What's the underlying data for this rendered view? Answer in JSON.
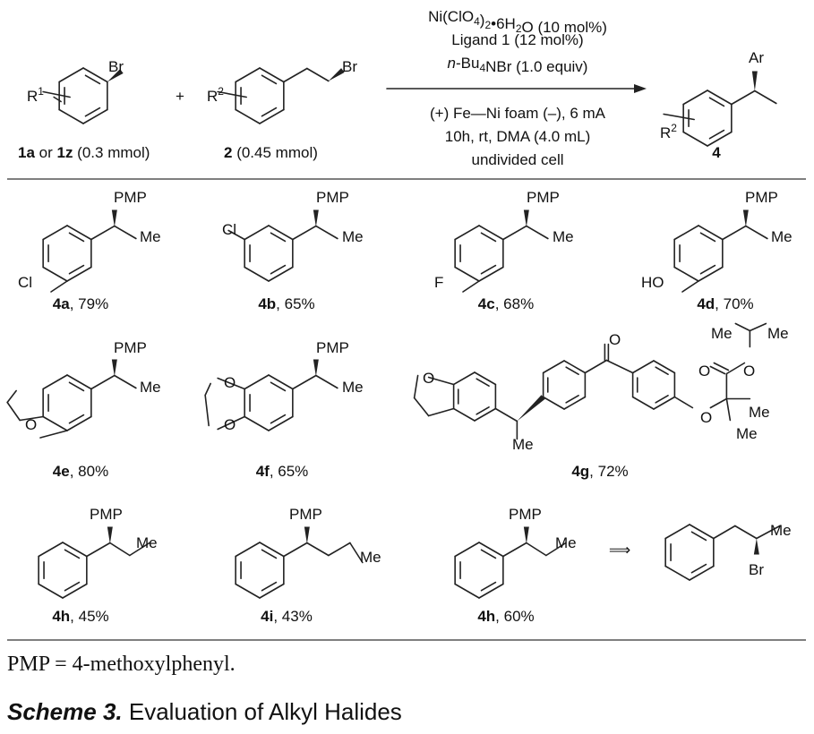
{
  "reaction": {
    "reactant1": {
      "r_symbol": "R",
      "r_sup": "1",
      "halogen": "Br",
      "label_a": "1a",
      "label_or": " or ",
      "label_z": "1z",
      "amount": "  (0.3 mmol)"
    },
    "plus": "+",
    "reactant2": {
      "r_symbol": "R",
      "r_sup": "2",
      "halogen": "Br",
      "label": "2",
      "amount": " (0.45 mmol)"
    },
    "conditions": {
      "line1": "Ni(ClO4)2•6H2O (10 mol%)",
      "line2": "Ligand 1 (12 mol%)",
      "line3_italic": "n",
      "line3": "-Bu4NBr (1.0 equiv)",
      "line4": "(+) Fe—Ni foam (–), 6 mA",
      "line5": "10h, rt, DMA (4.0 mL)",
      "line6": "undivided cell"
    },
    "product": {
      "r_symbol": "R",
      "r_sup": "2",
      "ar": "Ar",
      "label": "4"
    }
  },
  "products": [
    {
      "id": "4a",
      "yield": ", 79%",
      "sub": "Cl",
      "top": "PMP",
      "me": "Me"
    },
    {
      "id": "4b",
      "yield": ", 65%",
      "sub": "Cl",
      "top": "PMP",
      "me": "Me"
    },
    {
      "id": "4c",
      "yield": ", 68%",
      "sub": "F",
      "top": "PMP",
      "me": "Me"
    },
    {
      "id": "4d",
      "yield": ", 70%",
      "sub": "HO",
      "top": "PMP",
      "me": "Me"
    },
    {
      "id": "4e",
      "yield": ", 80%",
      "sub": "O",
      "top": "PMP",
      "me": "Me"
    },
    {
      "id": "4f",
      "yield": ", 65%",
      "sub": "O",
      "sub2": "O",
      "top": "PMP",
      "me": "Me"
    },
    {
      "id": "4g",
      "yield": ", 72%",
      "o_ring": "O",
      "me": "Me",
      "o_keto": "O",
      "o_ester": "O",
      "o_ester2": "O",
      "o_ether": "O",
      "me_a": "Me",
      "me_b": "Me",
      "me_c": "Me",
      "me_d": "Me"
    },
    {
      "id": "4h",
      "yield": ", 45%",
      "top": "PMP",
      "me": "Me"
    },
    {
      "id": "4i",
      "yield": ", 43%",
      "top": "PMP",
      "me": "Me"
    },
    {
      "id": "4h",
      "yield": ", 60%",
      "top": "PMP",
      "me": "Me"
    }
  ],
  "precursor": {
    "me": "Me",
    "br": "Br",
    "arrow": "⟹"
  },
  "footnote": "PMP = 4-methoxylphenyl.",
  "caption": {
    "bold": "Scheme 3.",
    "text": " Evaluation of Alkyl Halides"
  }
}
